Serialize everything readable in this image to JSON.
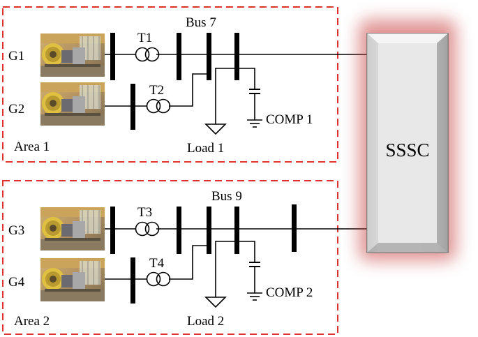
{
  "area1": {
    "label": "Area 1",
    "generators": [
      "G1",
      "G2"
    ],
    "transformers": [
      "T1",
      "T2"
    ],
    "bus_label": "Bus 7",
    "load_label": "Load 1",
    "comp_label": "COMP 1"
  },
  "area2": {
    "label": "Area 2",
    "generators": [
      "G3",
      "G4"
    ],
    "transformers": [
      "T3",
      "T4"
    ],
    "bus_label": "Bus 9",
    "load_label": "Load 2",
    "comp_label": "COMP 2"
  },
  "sssc": {
    "label": "SSSC"
  },
  "colors": {
    "area_border": "#e03030",
    "sssc_fill": "#e2e2e2",
    "sssc_glow": "#c83c3c",
    "wire": "#000000"
  }
}
